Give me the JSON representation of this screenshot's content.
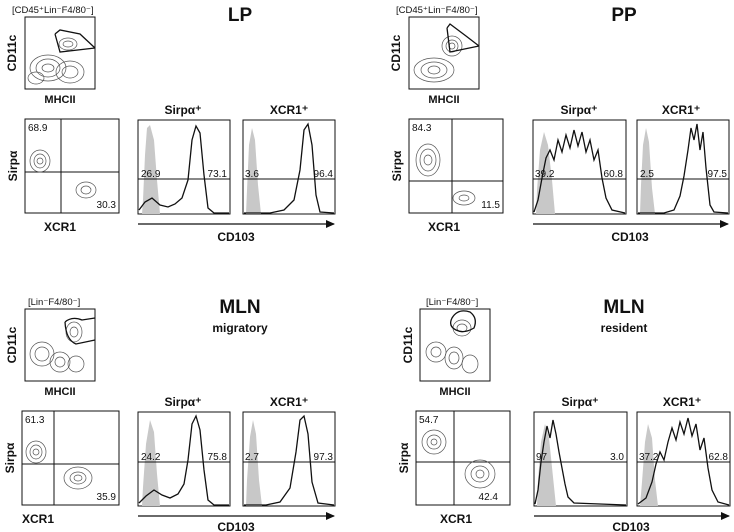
{
  "panels": [
    {
      "id": "lp",
      "title": "LP",
      "subtitle": "",
      "gate": "[CD45⁺Lin⁻F4/80⁻]",
      "dot_plot": {
        "x_label": "MHCII",
        "y_label": "CD11c"
      },
      "quadrant": {
        "x_label": "XCR1",
        "y_label": "Sirpα",
        "upper_left_pct": "68.9",
        "lower_right_pct": "30.3"
      },
      "histograms": {
        "x_label": "CD103",
        "sirpa": {
          "header": "Sirpα⁺",
          "left_pct": "26.9",
          "right_pct": "73.1"
        },
        "xcr1": {
          "header": "XCR1⁺",
          "left_pct": "3.6",
          "right_pct": "96.4"
        }
      }
    },
    {
      "id": "pp",
      "title": "PP",
      "subtitle": "",
      "gate": "[CD45⁺Lin⁻F4/80⁻]",
      "dot_plot": {
        "x_label": "MHCII",
        "y_label": "CD11c"
      },
      "quadrant": {
        "x_label": "XCR1",
        "y_label": "Sirpα",
        "upper_left_pct": "84.3",
        "lower_right_pct": "11.5"
      },
      "histograms": {
        "x_label": "CD103",
        "sirpa": {
          "header": "Sirpα⁺",
          "left_pct": "39.2",
          "right_pct": "60.8"
        },
        "xcr1": {
          "header": "XCR1⁺",
          "left_pct": "2.5",
          "right_pct": "97.5"
        }
      }
    },
    {
      "id": "mln_mig",
      "title": "MLN",
      "subtitle": "migratory",
      "gate": "[Lin⁻F4/80⁻]",
      "dot_plot": {
        "x_label": "MHCII",
        "y_label": "CD11c"
      },
      "quadrant": {
        "x_label": "XCR1",
        "y_label": "Sirpα",
        "upper_left_pct": "61.3",
        "lower_right_pct": "35.9"
      },
      "histograms": {
        "x_label": "CD103",
        "sirpa": {
          "header": "Sirpα⁺",
          "left_pct": "24.2",
          "right_pct": "75.8"
        },
        "xcr1": {
          "header": "XCR1⁺",
          "left_pct": "2.7",
          "right_pct": "97.3"
        }
      }
    },
    {
      "id": "mln_res",
      "title": "MLN",
      "subtitle": "resident",
      "gate": "[Lin⁻F4/80⁻]",
      "dot_plot": {
        "x_label": "MHCII",
        "y_label": "CD11c"
      },
      "quadrant": {
        "x_label": "XCR1",
        "y_label": "Sirpα",
        "upper_left_pct": "54.7",
        "lower_right_pct": "42.4"
      },
      "histograms": {
        "x_label": "CD103",
        "sirpa": {
          "header": "Sirpα⁺",
          "left_pct": "97",
          "right_pct": "3.0"
        },
        "xcr1": {
          "header": "XCR1⁺",
          "left_pct": "37.2",
          "right_pct": "62.8"
        }
      }
    }
  ],
  "colors": {
    "ink": "#111111",
    "contour": "#555555",
    "isotype_fill": "#c8c8c8"
  }
}
